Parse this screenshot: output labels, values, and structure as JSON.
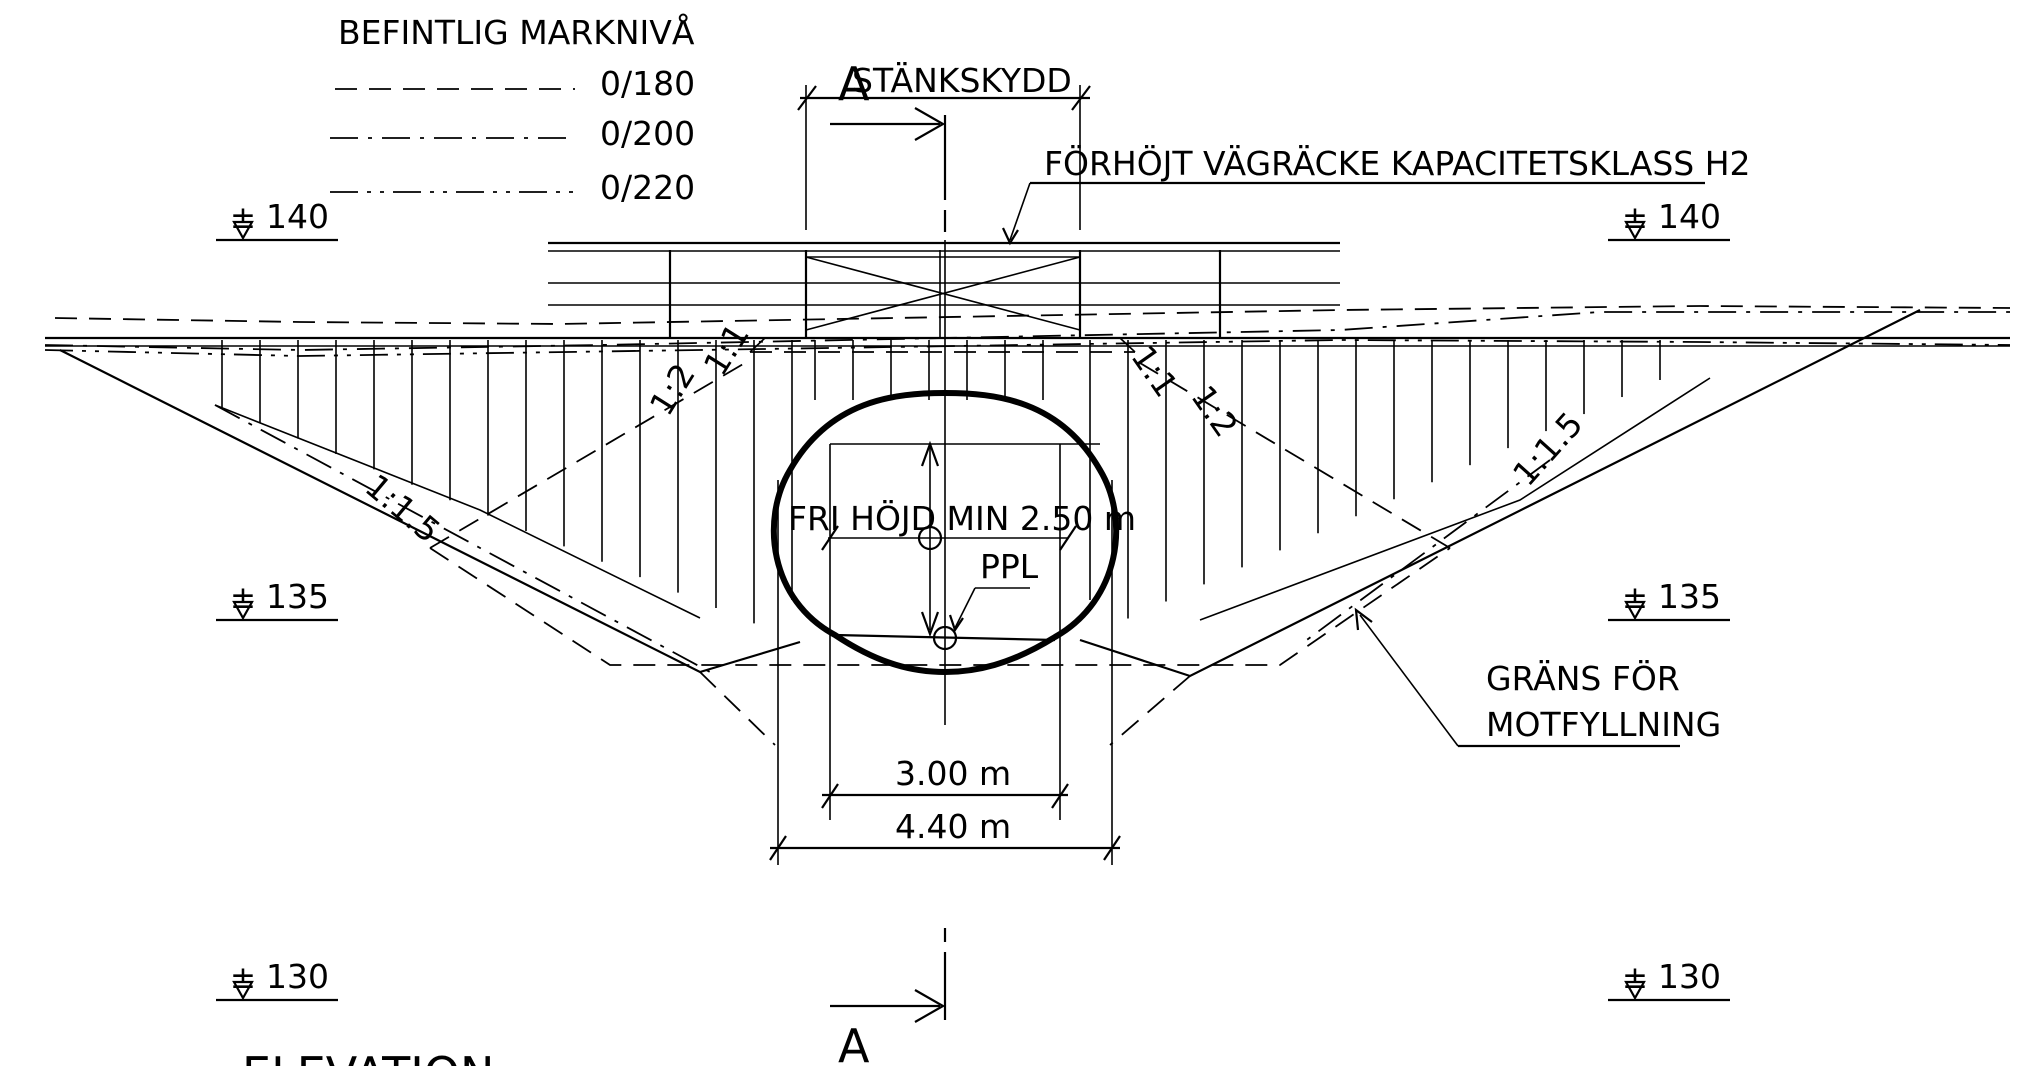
{
  "legend": {
    "heading": "BEFINTLIG MARKNIVÅ",
    "items": [
      {
        "label": "0/180",
        "style": "dashed"
      },
      {
        "label": "0/200",
        "style": "dash-dot"
      },
      {
        "label": "0/220",
        "style": "dash-dot-dot"
      }
    ]
  },
  "labels": {
    "stankskydd": "STÄNKSKYDD",
    "vagracke": "FÖRHÖJT VÄGRÄCKE KAPACITETSKLASS H2",
    "fri_hojd": "FRI HÖJD MIN 2.50 m",
    "ppl": "PPL",
    "grans_line1": "GRÄNS FÖR",
    "grans_line2": "MOTFYLLNING",
    "width_inner": "3.00 m",
    "width_outer": "4.40 m",
    "section_marker": "A",
    "view_title": "ELEVATION"
  },
  "levels": [
    "140",
    "135",
    "130"
  ],
  "level_symbol": "±",
  "slopes": {
    "left_upper": "1:1",
    "left_mid": "1:2",
    "left_outer": "1:1.5",
    "right_upper": "1:1",
    "right_mid": "1:2",
    "right_outer": "1:1.5"
  }
}
